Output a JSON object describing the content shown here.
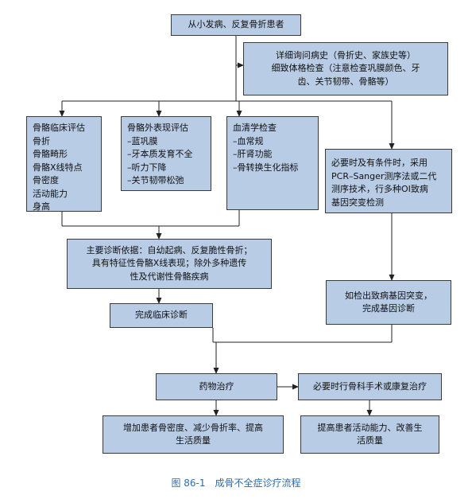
{
  "nodes": {
    "start": [
      "从小发病、反复骨折患者"
    ],
    "history": [
      "详细询问病史（骨折史、家族史等）",
      "细致体格检查（注意检查巩膜颜色、牙",
      "齿、关节韧带、骨骼等）"
    ],
    "skeletal": [
      "骨骼临床评估",
      "骨折",
      "骨骼畸形",
      "骨骼X线特点",
      "骨密度",
      "活动能力",
      "身高"
    ],
    "extraskeletal": [
      "骨骼外表现评估",
      "–蓝巩膜",
      "–牙本质发育不全",
      "–听力下降",
      "–关节韧带松弛"
    ],
    "serum": [
      "血清学检查",
      "–血常规",
      "–肝肾功能",
      "–骨转换生化指标"
    ],
    "gene_test": [
      "必要时及有条件时，采用",
      "PCR–Sanger测序法或二代",
      "测序技术，行多种OI致病",
      "基因突变检测"
    ],
    "criteria": [
      "主要诊断依据：自幼起病、反复脆性骨折；",
      "具有特征性骨骼X线表现；除外多种遗传",
      "性及代谢性骨骼疾病"
    ],
    "gene_diag": [
      "如检出致病基因突变，",
      "完成基因诊断"
    ],
    "clinical_diag": [
      "完成临床诊断"
    ],
    "drug": [
      "药物治疗"
    ],
    "surgery": [
      "必要时行骨科手术或康复治疗"
    ],
    "outcome_drug": [
      "增加患者骨密度、减少骨折率、提高",
      "生活质量"
    ],
    "outcome_surgery": [
      "提高患者活动能力、改善生",
      "活质量"
    ]
  },
  "caption": "图 86-1　成骨不全症诊疗流程",
  "colors": {
    "box_fill": "#b8cce6",
    "border": "#3a3a3a",
    "caption": "#2f6cab"
  }
}
